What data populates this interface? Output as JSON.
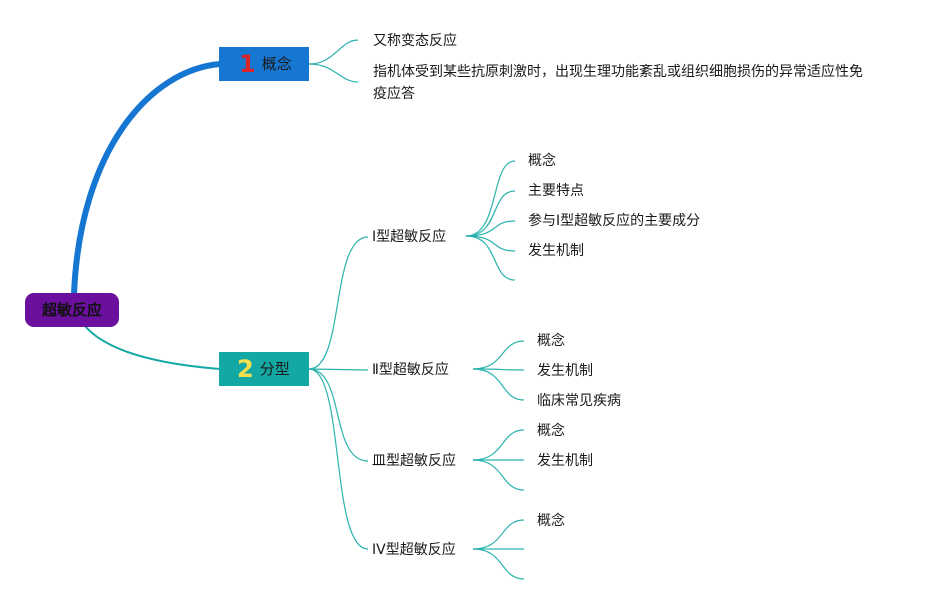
{
  "root": {
    "label": "超敏反应"
  },
  "branches": [
    {
      "number": "1",
      "label": "概念",
      "children": [
        "又称变态反应",
        "指机体受到某些抗原刺激时，出现生理功能紊乱或组织细胞损伤的异常适应性免疫应答"
      ]
    },
    {
      "number": "2",
      "label": "分型",
      "children": [
        {
          "label": "I型超敏反应",
          "children": [
            "概念",
            "主要特点",
            "参与Ⅰ型超敏反应的主要成分",
            "发生机制",
            ""
          ]
        },
        {
          "label": "Ⅱ型超敏反应",
          "children": [
            "概念",
            "发生机制",
            "临床常见疾病"
          ]
        },
        {
          "label": "皿型超敏反应",
          "children": [
            "概念",
            "发生机制",
            ""
          ]
        },
        {
          "label": "IV型超敏反应",
          "children": [
            "概念",
            "",
            ""
          ]
        }
      ]
    }
  ],
  "colors": {
    "root": "#6a0f9e",
    "branch1": "#1677d2",
    "branch2": "#13a8a3",
    "thin_line": "#2bb3ad",
    "number1": "#d9232a",
    "number2": "#f4e04d"
  }
}
